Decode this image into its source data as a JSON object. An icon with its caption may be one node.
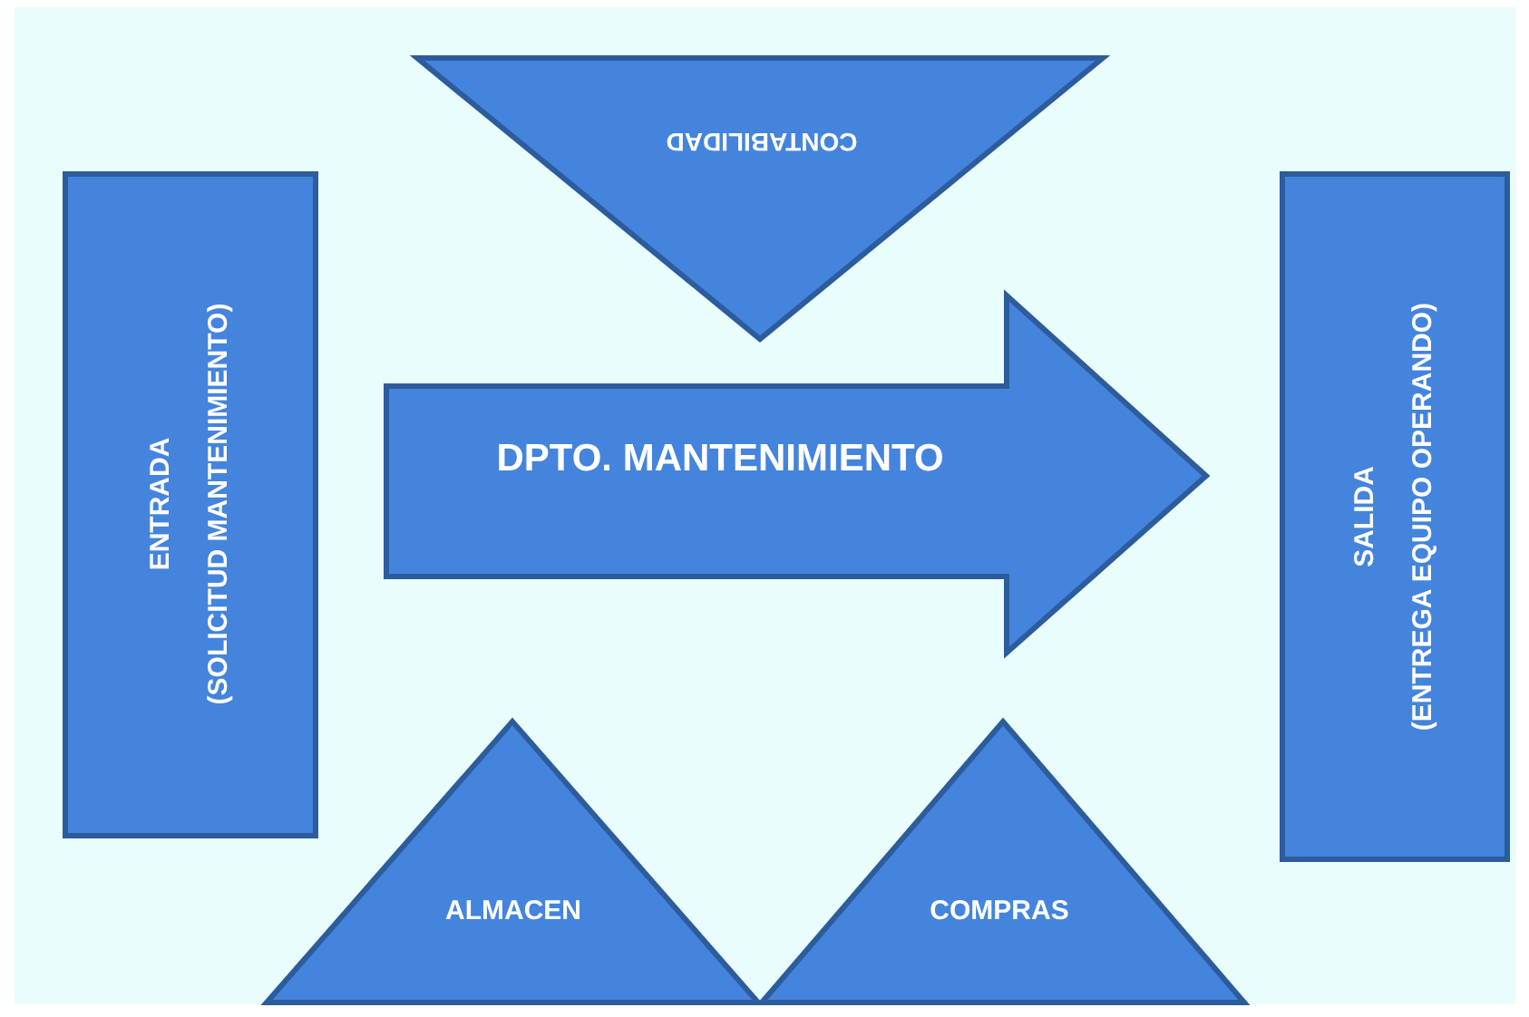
{
  "diagram": {
    "nodes": [
      {
        "text": [
          "ENTRADA",
          "(SOLICITUD MANTENIMIENTO)"
        ]
      },
      {
        "text": [
          "CONTABILIDAD"
        ]
      },
      {
        "text": [
          "DPTO. MANTENIMIENTO"
        ]
      },
      {
        "text": [
          "SALIDA",
          "(ENTREGA EQUIPO OPERANDO)"
        ]
      },
      {
        "text": [
          "ALMACEN"
        ]
      },
      {
        "text": [
          "COMPRAS"
        ]
      }
    ]
  }
}
